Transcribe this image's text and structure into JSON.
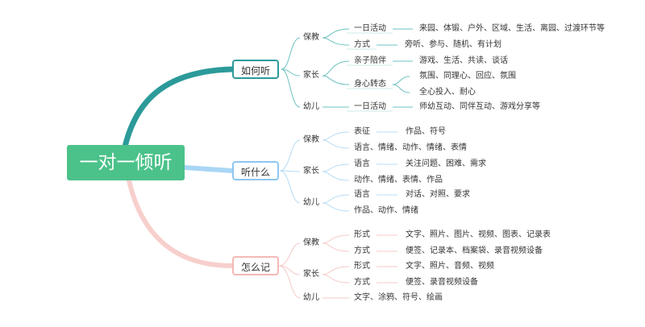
{
  "root": "一对一倾听",
  "branches": [
    {
      "label": "如何听",
      "color": "#2c9a9a",
      "groups": [
        {
          "label": "保教",
          "items": [
            {
              "label": "一日活动",
              "detail": "来园、体锻、户外、区域、生活、离园、过渡环节等"
            },
            {
              "label": "方式",
              "detail": "旁听、参与、随机、有计划"
            }
          ]
        },
        {
          "label": "家长",
          "items": [
            {
              "label": "亲子陪伴",
              "detail": "游戏、生活、共读、谈话"
            },
            {
              "label": "身心转态",
              "details": [
                "氛围、同理心、回应、氛围",
                "全心投入、耐心"
              ]
            }
          ]
        },
        {
          "label": "幼儿",
          "items": [
            {
              "label": "一日活动",
              "detail": "师幼互动、同伴互动、游戏分享等"
            }
          ]
        }
      ]
    },
    {
      "label": "听什么",
      "color": "#8ec7f0",
      "groups": [
        {
          "label": "保教",
          "items": [
            {
              "label": "表征",
              "detail": "作品、符号"
            },
            {
              "label": "语言、情绪、动作、情绪、表情"
            }
          ]
        },
        {
          "label": "家长",
          "items": [
            {
              "label": "语言",
              "detail": "关注问题、困难、需求"
            },
            {
              "label": "动作、情绪、表情、作品"
            }
          ]
        },
        {
          "label": "幼儿",
          "items": [
            {
              "label": "语言",
              "detail": "对话、对照、要求"
            },
            {
              "label": "作品、动作、情绪"
            }
          ]
        }
      ]
    },
    {
      "label": "怎么记",
      "color": "#f4b9b6",
      "groups": [
        {
          "label": "保教",
          "items": [
            {
              "label": "形式",
              "detail": "文字、照片、图片、视频、图表、记录表"
            },
            {
              "label": "方式",
              "detail": "便签、记录本、档案袋、录音视频设备"
            }
          ]
        },
        {
          "label": "家长",
          "items": [
            {
              "label": "形式",
              "detail": "文字、照片、音频、视频"
            },
            {
              "label": "方式",
              "detail": "便签、录音视频设备"
            }
          ]
        },
        {
          "label": "幼儿",
          "items": [
            {
              "label": "文字、涂鸦、符号、绘画"
            }
          ]
        }
      ]
    }
  ]
}
